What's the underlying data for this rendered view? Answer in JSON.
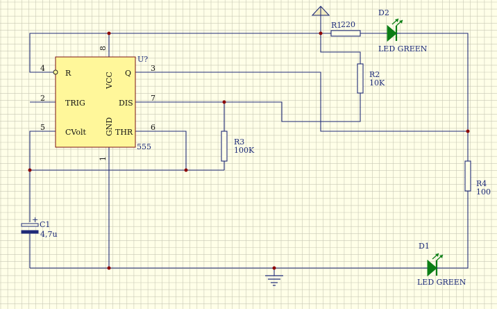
{
  "schematic": {
    "ic": {
      "ref": "U?",
      "part": "555",
      "pins": {
        "reset": {
          "name": "R",
          "num": "4"
        },
        "trig": {
          "name": "TRIG",
          "num": "2"
        },
        "cvolt": {
          "name": "CVolt",
          "num": "5"
        },
        "out": {
          "name": "Q",
          "num": "3"
        },
        "dis": {
          "name": "DIS",
          "num": "7"
        },
        "thr": {
          "name": "THR",
          "num": "6"
        },
        "vcc": {
          "name": "VCC",
          "num": "8"
        },
        "gnd": {
          "name": "GND",
          "num": "1"
        }
      }
    },
    "r1": {
      "ref": "R1",
      "value": "220"
    },
    "r2": {
      "ref": "R2",
      "value": "10K"
    },
    "r3": {
      "ref": "R3",
      "value": "100K"
    },
    "r4": {
      "ref": "R4",
      "value": "100"
    },
    "c1": {
      "ref": "C1",
      "value": "4,7u",
      "polarity": "+"
    },
    "d2": {
      "ref": "D2",
      "value": "LED GREEN"
    },
    "d1": {
      "ref": "D1",
      "value": "LED GREEN"
    },
    "colors": {
      "background": "#ffffe8",
      "grid": "#c8c8b4",
      "ic_body": "#fff79a",
      "wire": "#1f2a78",
      "junction": "#8b0000",
      "led": "#0a7d14",
      "resistor": "#ffffe8"
    },
    "icons": [
      "vcc-arrow-icon",
      "ground-icon",
      "led-icon",
      "resistor-icon",
      "capacitor-icon"
    ]
  }
}
